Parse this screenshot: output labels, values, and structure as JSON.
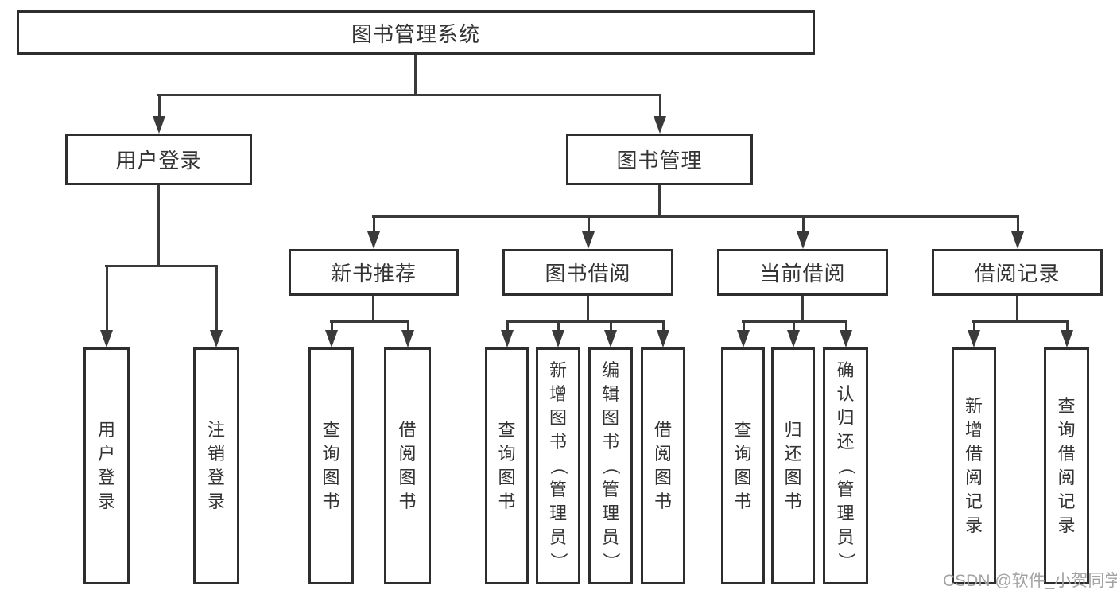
{
  "tree": {
    "root": {
      "label": "图书管理系统",
      "children": [
        {
          "label": "用户登录",
          "children": [
            {
              "label": "用户登录"
            },
            {
              "label": "注销登录"
            }
          ]
        },
        {
          "label": "图书管理",
          "children": [
            {
              "label": "新书推荐",
              "children": [
                {
                  "label": "查询图书"
                },
                {
                  "label": "借阅图书"
                }
              ]
            },
            {
              "label": "图书借阅",
              "children": [
                {
                  "label": "查询图书"
                },
                {
                  "label": "新增图书（管理员）"
                },
                {
                  "label": "编辑图书（管理员）"
                },
                {
                  "label": "借阅图书"
                }
              ]
            },
            {
              "label": "当前借阅",
              "children": [
                {
                  "label": "查询图书"
                },
                {
                  "label": "归还图书"
                },
                {
                  "label": "确认归还（管理员）"
                }
              ]
            },
            {
              "label": "借阅记录",
              "children": [
                {
                  "label": "新增借阅记录"
                },
                {
                  "label": "查询借阅记录"
                }
              ]
            }
          ]
        }
      ]
    }
  },
  "watermark": "CSDN @软件_小贺同学",
  "colors": {
    "background": "#ffffff",
    "line": "#3a3a3a",
    "border": "#2e2e2e",
    "text": "#333333",
    "watermark": "#a3a3a3"
  }
}
